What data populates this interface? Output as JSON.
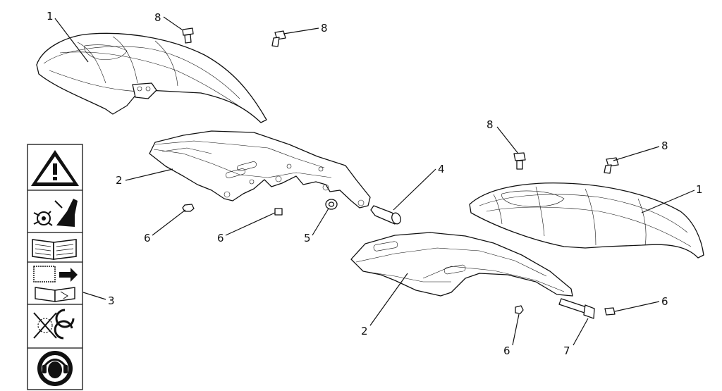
{
  "callouts": [
    {
      "key": "c1a",
      "text": "1"
    },
    {
      "key": "c8a",
      "text": "8"
    },
    {
      "key": "c8b",
      "text": "8"
    },
    {
      "key": "c2a",
      "text": "2"
    },
    {
      "key": "c4",
      "text": "4"
    },
    {
      "key": "c8c",
      "text": "8"
    },
    {
      "key": "c8d",
      "text": "8"
    },
    {
      "key": "c1b",
      "text": "1"
    },
    {
      "key": "c6a",
      "text": "6"
    },
    {
      "key": "c6b",
      "text": "6"
    },
    {
      "key": "c5",
      "text": "5"
    },
    {
      "key": "c3",
      "text": "3"
    },
    {
      "key": "c2b",
      "text": "2"
    },
    {
      "key": "c6c",
      "text": "6"
    },
    {
      "key": "c7",
      "text": "7"
    },
    {
      "key": "c6d",
      "text": "6"
    }
  ],
  "label_panel": {
    "icons": [
      "warning-triangle-icon",
      "rotating-blade-foot-icon",
      "manual-book-icon",
      "maintenance-read-manual-icon",
      "no-passenger-rotation-icon",
      "ear-protection-icon"
    ]
  }
}
